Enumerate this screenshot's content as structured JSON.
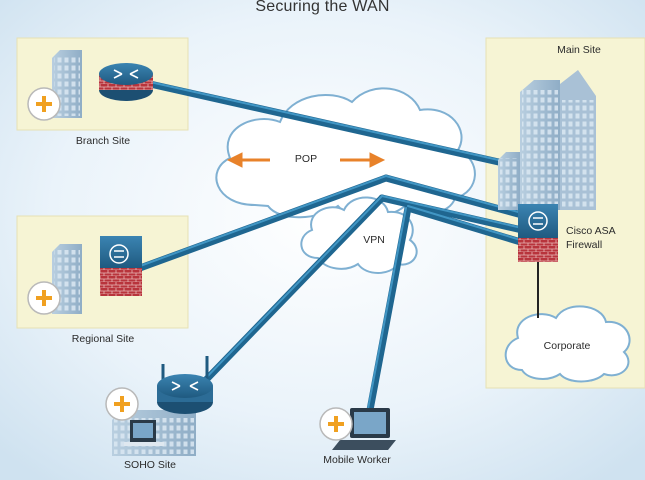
{
  "title": "Securing the WAN",
  "sites": {
    "branch": "Branch Site",
    "regional": "Regional Site",
    "soho": "SOHO Site",
    "mobile": "Mobile Worker",
    "main": "Main Site"
  },
  "clouds": {
    "pop": "POP",
    "vpn": "VPN",
    "corporate": "Corporate"
  },
  "firewall_label": [
    "Cisco ASA",
    "Firewall"
  ],
  "colors": {
    "background": "#e6f1f9",
    "panel": "#f5f3d2",
    "link": "#2878a8",
    "arrow": "#e8822a",
    "brick": "#b8343c",
    "router": "#2c6c96",
    "building": "#9cb8cf"
  }
}
